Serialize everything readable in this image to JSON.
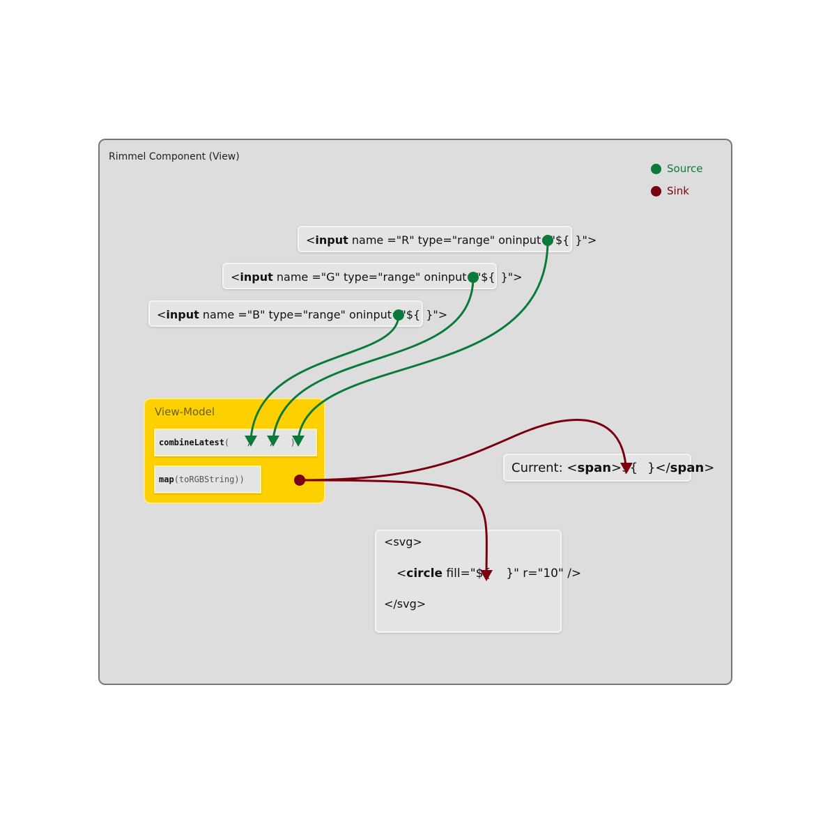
{
  "component": {
    "title": "Rimmel Component (View)"
  },
  "legend": [
    {
      "label": "Source",
      "color": "#0a7a3a",
      "icon": "source-dot-icon"
    },
    {
      "label": "Sink",
      "color": "#7a0010",
      "icon": "sink-dot-icon"
    }
  ],
  "inputs": [
    {
      "open": "<",
      "tag": "input",
      "attrs": " name =\"R\" type=\"range\" oninput=\"${",
      "close": "}\">"
    },
    {
      "open": "<",
      "tag": "input",
      "attrs": " name =\"G\" type=\"range\" oninput=\"${",
      "close": "}\">"
    },
    {
      "open": "<",
      "tag": "input",
      "attrs": " name =\"B\" type=\"range\" oninput=\"${",
      "close": "}\">"
    }
  ],
  "view_model": {
    "title": "View-Model",
    "combine": {
      "fn": "combineLatest",
      "open": "(",
      "sep1": ",",
      "sep2": ",",
      "close": ")"
    },
    "map": {
      "fn": "map",
      "args": "(toRGBString))"
    }
  },
  "current": {
    "prefix": "Current: <",
    "tag_open": "span",
    "middle": ">${",
    "after": "}</",
    "tag_close": "span",
    "end": ">"
  },
  "svg_block": {
    "line1": "<svg>",
    "line2_open": "<",
    "line2_tag": "circle",
    "line2_attr": " fill=\"${",
    "line2_close": "}\" r=\"10\" />",
    "line3": "</svg>"
  },
  "colors": {
    "source": "#0a7a3a",
    "sink": "#7a0010",
    "viewmodel": "#ffd000",
    "panel": "#dddddd"
  }
}
